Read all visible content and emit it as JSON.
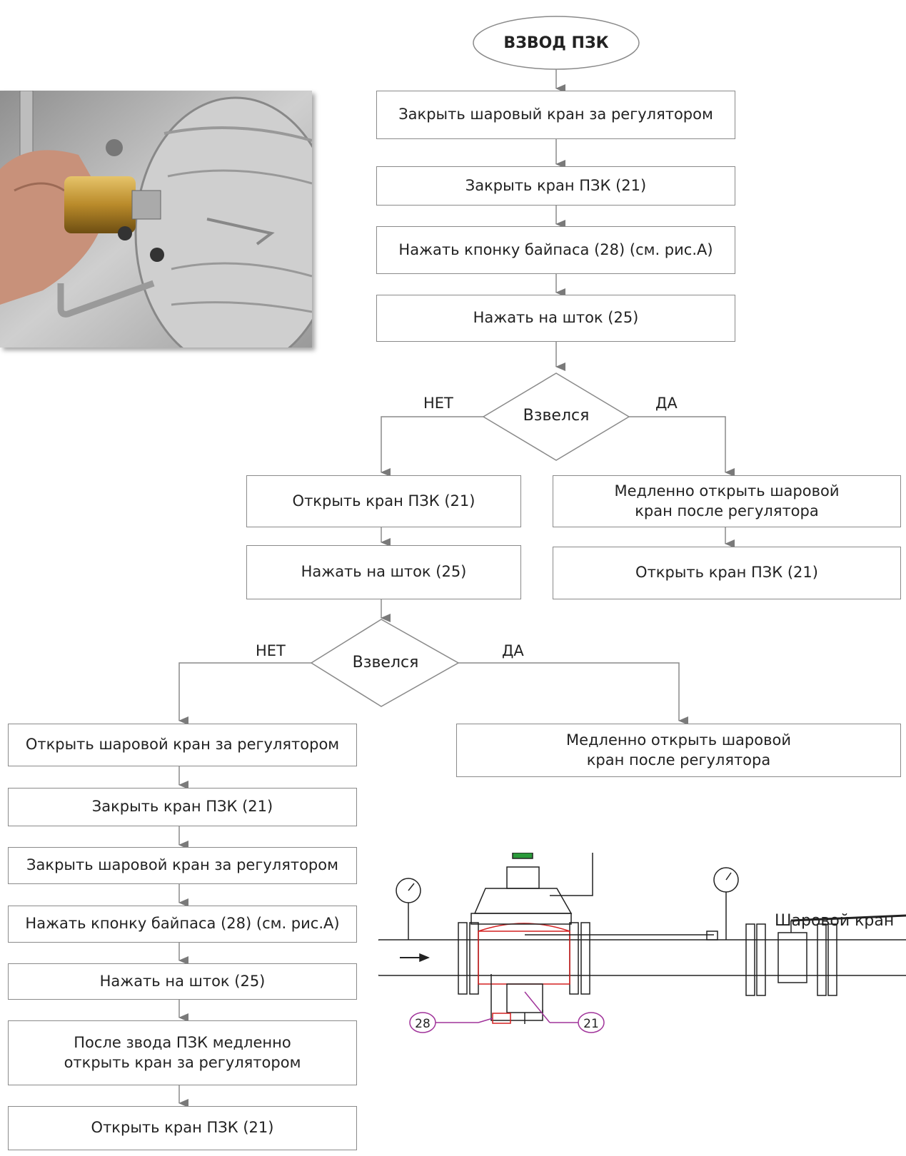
{
  "start": {
    "label": "ВЗВОД ПЗК"
  },
  "main_steps": [
    "Закрыть шаровый кран за регулятором",
    "Закрыть кран ПЗК (21)",
    "Нажать кпонку байпаса (28) (см. рис.А)",
    "Нажать на шток (25)"
  ],
  "decision_1": {
    "text": "Взвелся",
    "no": "НЕТ",
    "yes": "ДА"
  },
  "no_branch_1": [
    "Открыть кран ПЗК (21)",
    "Нажать на шток (25)"
  ],
  "yes_branch_1": [
    "Медленно открыть шаровой\nкран после регулятора",
    "Открыть кран ПЗК (21)"
  ],
  "decision_2": {
    "text": "Взвелся",
    "no": "НЕТ",
    "yes": "ДА"
  },
  "yes_branch_2": [
    "Медленно открыть шаровой\nкран после регулятора"
  ],
  "no_branch_2": [
    "Открыть шаровой кран за регулятором",
    "Закрыть кран ПЗК (21)",
    "Закрыть шаровой кран за регулятором",
    "Нажать кпонку байпаса (28) (см. рис.А)",
    "Нажать на шток (25)",
    "После звода ПЗК медленно\nоткрыть кран за регулятором",
    "Открыть кран ПЗК (21)"
  ],
  "schematic": {
    "ball_valve_label": "Шаровой кран",
    "callout_bypass": "28",
    "callout_valve": "21"
  },
  "colors": {
    "line": "#8a8a8a",
    "arrow": "#7a7a7a",
    "callout": "#a0339a",
    "highlight": "#d42020"
  }
}
